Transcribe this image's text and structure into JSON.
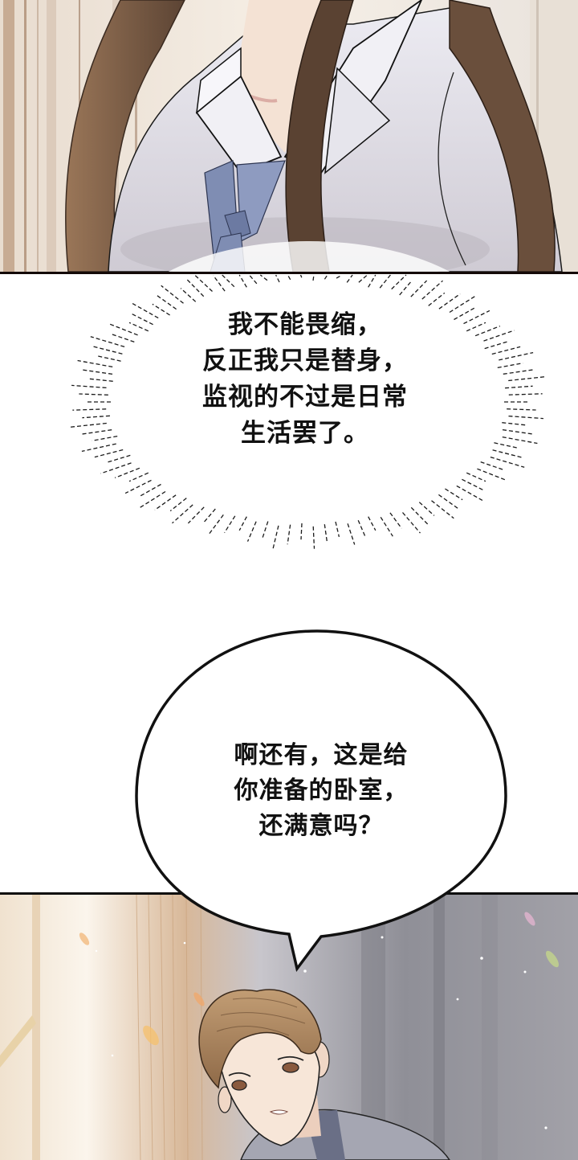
{
  "page": {
    "type": "webtoon-page",
    "background_color": "#ffffff"
  },
  "panels": [
    {
      "id": "panel-1",
      "description": "close-up of long-haired woman's torso in white blouse with blue neck tie",
      "colors": {
        "wall": "#efe6dc",
        "wall_stripe": "#c9b3a0",
        "hair": "#7a5a44",
        "hair_dark": "#4a3528",
        "blouse": "#e4e2ea",
        "blouse_shadow": "#bdb9c2",
        "skin": "#f4e2d4",
        "tie": "#7f8db3",
        "border": "#140a08"
      }
    },
    {
      "id": "panel-2",
      "description": "young man with light brown hair leaning in, curtains and sparkles behind",
      "colors": {
        "curtain_light": "#f3e6d6",
        "curtain": "#d9b99a",
        "wall_gray": "#9c9ca4",
        "hair": "#b08a62",
        "skin": "#f6e4d6",
        "shirt": "#9ea0ae",
        "border": "#0e0e0e"
      }
    }
  ],
  "thought_bubble": {
    "lines": [
      "我不能畏缩，",
      "反正我只是替身，",
      "监视的不过是日常",
      "生活罢了。"
    ]
  },
  "speech_bubble": {
    "lines": [
      "啊还有，这是给",
      "你准备的卧室，",
      "还满意吗？"
    ]
  }
}
